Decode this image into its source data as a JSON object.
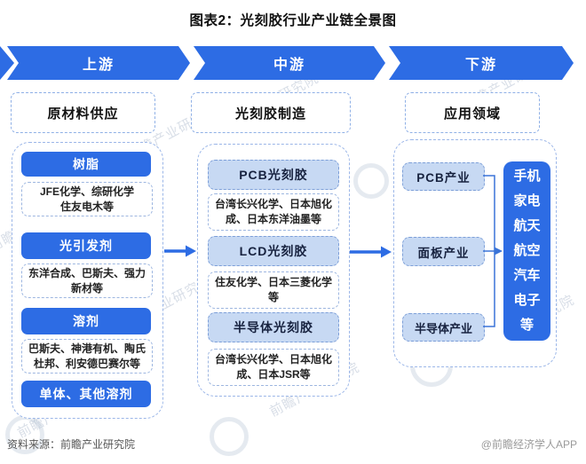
{
  "page": {
    "title": "图表2：光刻胶行业产业链全景图",
    "source": "资料来源：前瞻产业研究院",
    "credit": "@前瞻经济学人APP",
    "watermark": "前瞻产业研究院"
  },
  "colors": {
    "accent_blue": "#2d6ce4",
    "light_blue_fill": "#c7d9f3",
    "dashed_border_blue": "#8fb0e6",
    "connector_blue": "#3a74d8"
  },
  "stages": [
    {
      "label": "上游"
    },
    {
      "label": "中游"
    },
    {
      "label": "下游"
    }
  ],
  "upstream": {
    "title": "原材料供应",
    "groups": [
      {
        "category": "树脂",
        "suppliers": [
          "JFE化学、综研化学",
          "住友电木等"
        ]
      },
      {
        "category": "光引发剂",
        "suppliers": [
          "东洋合成、巴斯夫、强力",
          "新材等"
        ]
      },
      {
        "category": "溶剂",
        "suppliers": [
          "巴斯夫、神港有机、陶氏",
          "杜邦、利安德巴赛尔等"
        ]
      },
      {
        "category": "单体、其他溶剂",
        "suppliers": []
      }
    ]
  },
  "midstream": {
    "title": "光刻胶制造",
    "groups": [
      {
        "category": "PCB光刻胶",
        "manufacturers": [
          "台湾长兴化学、日本旭化",
          "成、日本东洋油墨等"
        ]
      },
      {
        "category": "LCD光刻胶",
        "manufacturers": [
          "住友化学、日本三菱化学",
          "等"
        ]
      },
      {
        "category": "半导体光刻胶",
        "manufacturers": [
          "台湾长兴化学、日本旭化",
          "成、日本JSR等"
        ]
      }
    ]
  },
  "downstream": {
    "title": "应用领域",
    "industries": [
      {
        "label": "PCB产业"
      },
      {
        "label": "面板产业"
      },
      {
        "label": "半导体产业"
      }
    ],
    "applications": [
      "手机",
      "家电",
      "航天",
      "航空",
      "汽车",
      "电子",
      "等"
    ]
  }
}
